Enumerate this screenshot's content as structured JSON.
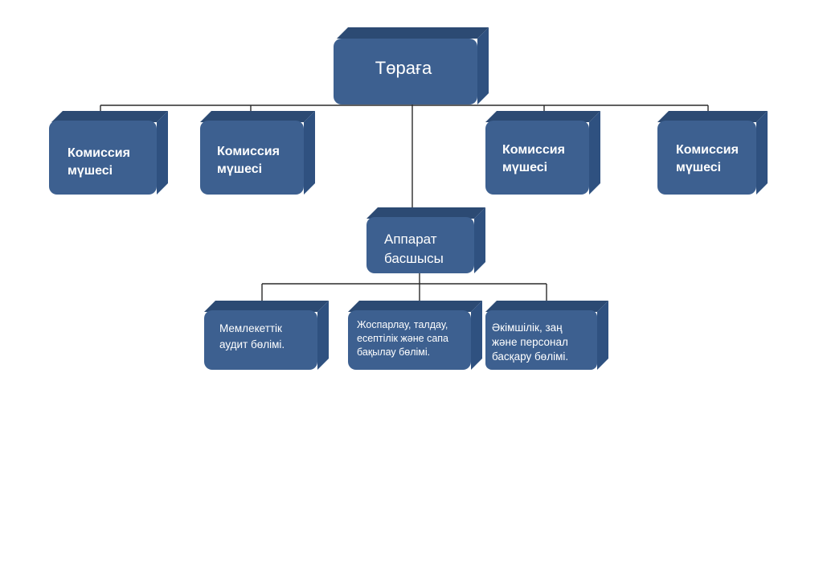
{
  "colors": {
    "box_front": "#3d6090",
    "box_top": "#2c4a73",
    "box_side": "#2f5180",
    "connector": "#2b2b2b",
    "text": "#ffffff"
  },
  "root": {
    "label": "Төраға"
  },
  "members": [
    {
      "label_lines": [
        "Комиссия",
        "мүшесі"
      ]
    },
    {
      "label_lines": [
        "Комиссия",
        "мүшесі"
      ]
    },
    {
      "label_lines": [
        "Комиссия",
        "мүшесі"
      ]
    },
    {
      "label_lines": [
        "Комиссия",
        "мүшесі"
      ]
    }
  ],
  "head_of_staff": {
    "label_lines": [
      "Аппарат",
      "басшысы"
    ]
  },
  "departments": [
    {
      "label_lines": [
        "Мемлекеттік",
        "аудит бөлімі."
      ]
    },
    {
      "label_lines": [
        "Жоспарлау, талдау,",
        "есептілік және сапа",
        "бақылау бөлімі."
      ]
    },
    {
      "label_lines": [
        "Әкімшілік, заң",
        "және персонал",
        "басқару бөлімі."
      ]
    }
  ]
}
